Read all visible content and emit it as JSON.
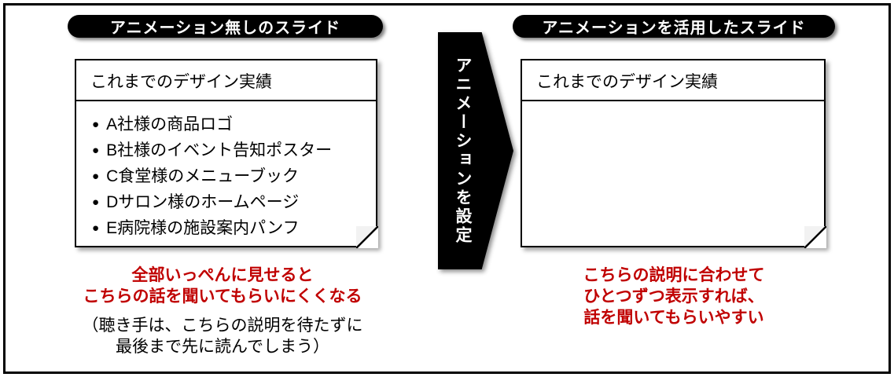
{
  "left_panel": {
    "header": "アニメーション無しのスライド",
    "slide": {
      "title": "これまでのデザイン実績",
      "bullets": [
        "A社様の商品ロゴ",
        "B社様のイベント告知ポスター",
        "C食堂様のメニューブック",
        "Dサロン様のホームページ",
        "E病院様の施設案内パンフ"
      ]
    },
    "caption_red": [
      "全部いっぺんに見せると",
      "こちらの話を聞いてもらいにくくなる"
    ],
    "caption_note": [
      "（聴き手は、こちらの説明を待たずに",
      "最後まで先に読んでしまう）"
    ]
  },
  "arrow": {
    "label": "アニメーションを設定"
  },
  "right_panel": {
    "header": "アニメーションを活用したスライド",
    "slide": {
      "title": "これまでのデザイン実績"
    },
    "caption_red": [
      "こちらの説明に合わせて",
      "ひとつずつ表示すれば、",
      "話を聞いてもらいやすい"
    ]
  },
  "colors": {
    "caption_red": "#c00000",
    "ink": "#000000",
    "slide_background": "#ffffff"
  }
}
